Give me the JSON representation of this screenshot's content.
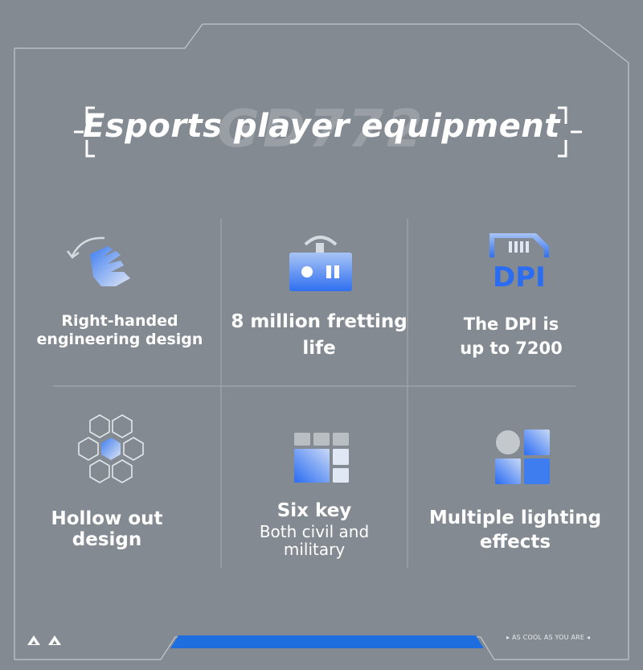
{
  "title": "Esports player equipment",
  "watermark": "GD772",
  "features": [
    {
      "label": "Right-handed engineering design",
      "icon": "hand-swipe-icon"
    },
    {
      "label": "8 million fretting life",
      "icon": "switch-icon"
    },
    {
      "label": "The DPI is up to 7200",
      "icon": "dpi-chip-icon"
    },
    {
      "label": "Hollow out design",
      "icon": "honeycomb-icon"
    },
    {
      "label": "Six key",
      "sub": "Both civil and military",
      "icon": "keys-grid-icon"
    },
    {
      "label": "Multiple lighting effects",
      "icon": "lighting-tiles-icon"
    }
  ],
  "dpi_icon_text": "DPI",
  "tagline": "AS COOL AS YOU ARE",
  "colors": {
    "background": "#838a91",
    "accent_blue": "#1f6ee0",
    "icon_gradient_start": "#3d7df0",
    "icon_gradient_end": "#dfe6f5"
  }
}
